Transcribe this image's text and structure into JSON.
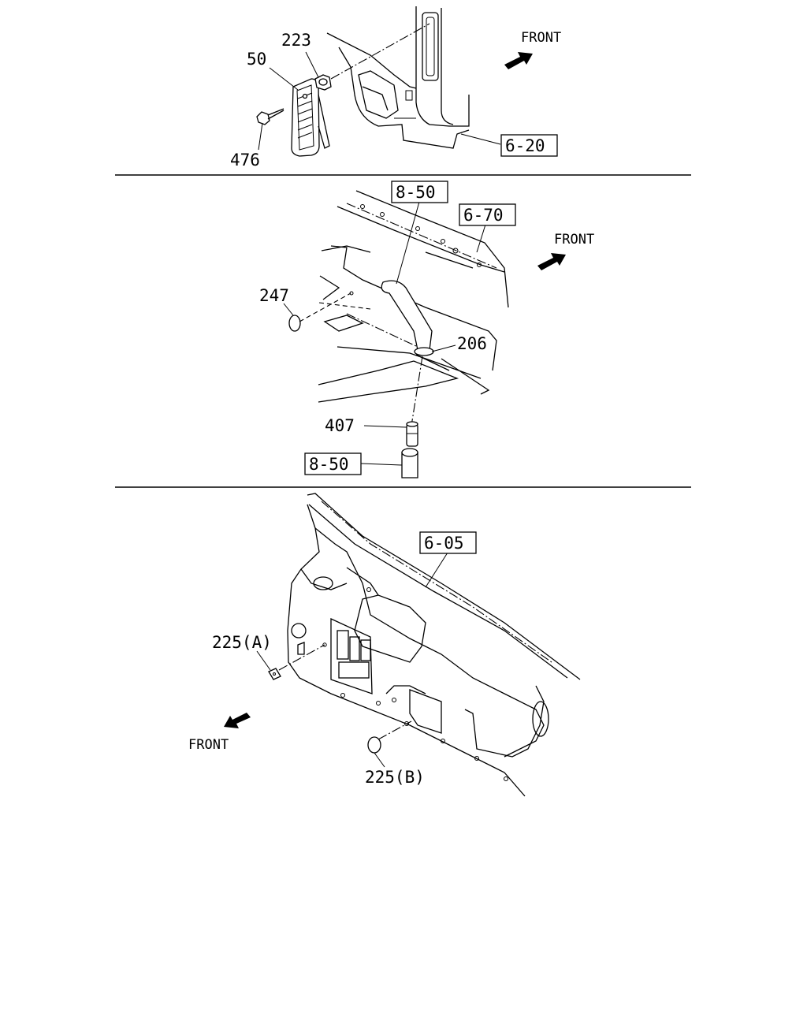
{
  "panels": [
    {
      "id": "top",
      "front_label": "FRONT",
      "callouts": [
        "223",
        "50",
        "476"
      ],
      "ref_box": "6-20"
    },
    {
      "id": "middle",
      "front_label": "FRONT",
      "callouts": [
        "247",
        "206",
        "407"
      ],
      "ref_boxes": [
        "8-50",
        "6-70",
        "8-50"
      ]
    },
    {
      "id": "bottom",
      "front_label": "FRONT",
      "callouts": [
        "225(A)",
        "225(B)"
      ],
      "ref_box": "6-05"
    }
  ]
}
